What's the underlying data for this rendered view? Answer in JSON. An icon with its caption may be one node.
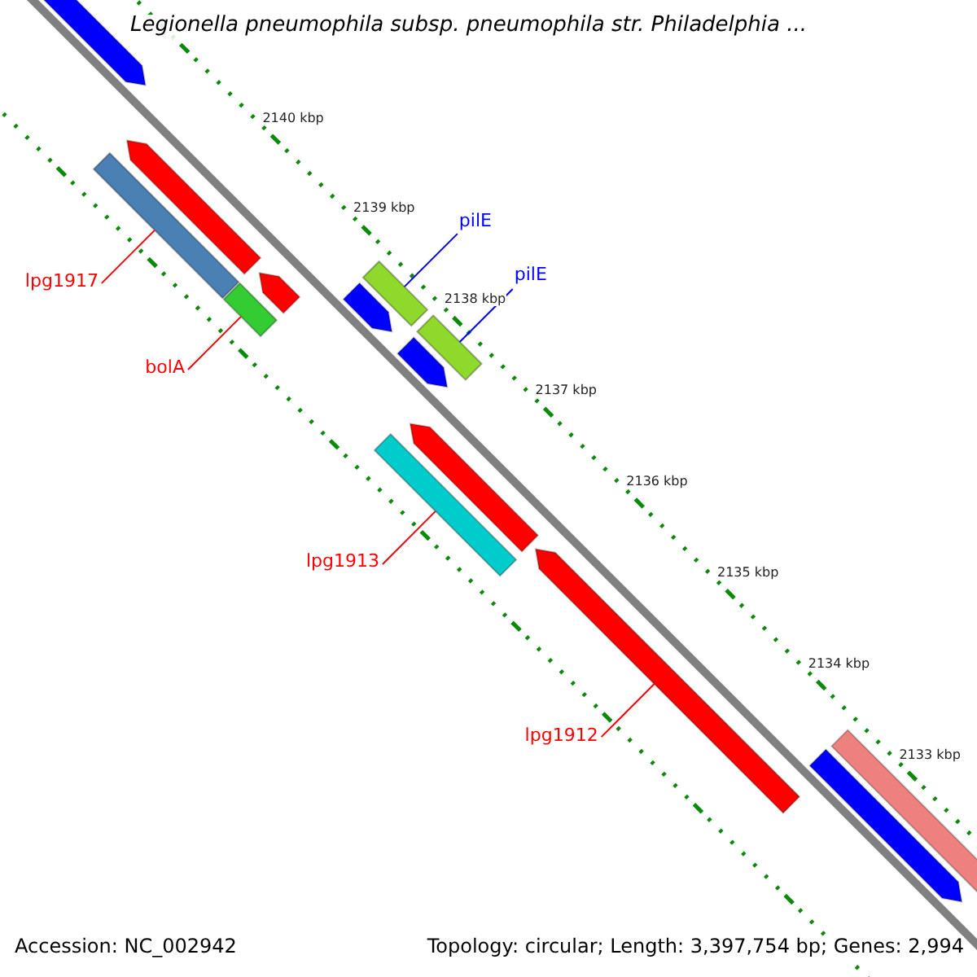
{
  "diagram": {
    "title": "Legionella pneumophila subsp. pneumophila str. Philadelphia ...",
    "nodes": [
      {
        "text": [
          "pilE"
        ]
      },
      {
        "text": [],
        "shape": "bar"
      },
      {
        "text": [
          "pilE"
        ]
      },
      {
        "text": [],
        "shape": "bar"
      },
      {
        "text": [
          "lpg1917"
        ]
      },
      {
        "text": [],
        "shape": "bar"
      },
      {
        "text": [
          "bolA"
        ]
      },
      {
        "text": [],
        "shape": "bar"
      },
      {
        "text": [
          "lpg1913"
        ]
      },
      {
        "text": [],
        "shape": "bar"
      },
      {
        "text": [
          "lpg1912"
        ]
      },
      {
        "text": [],
        "shape": "arrow"
      }
    ],
    "edges": [
      {
        "from": 0,
        "to": 1,
        "arrow": "none",
        "color": "#0000ff"
      },
      {
        "from": 2,
        "to": 3,
        "arrow": "none",
        "color": "#0000ff"
      },
      {
        "from": 4,
        "to": 5,
        "arrow": "none"
      },
      {
        "from": 6,
        "to": 7,
        "arrow": "none"
      },
      {
        "from": 8,
        "to": 9,
        "arrow": "none"
      },
      {
        "from": 10,
        "to": 11,
        "arrow": "none"
      }
    ],
    "labels": [
      "2140 kbp",
      "2139 kbp",
      "2138 kbp",
      "2137 kbp",
      "2136 kbp",
      "2135 kbp",
      "2134 kbp",
      "2133 kbp",
      "Accession: NC_002942",
      "Topology: circular; Length: 3,397,754 bp; Genes: 2,994"
    ]
  }
}
